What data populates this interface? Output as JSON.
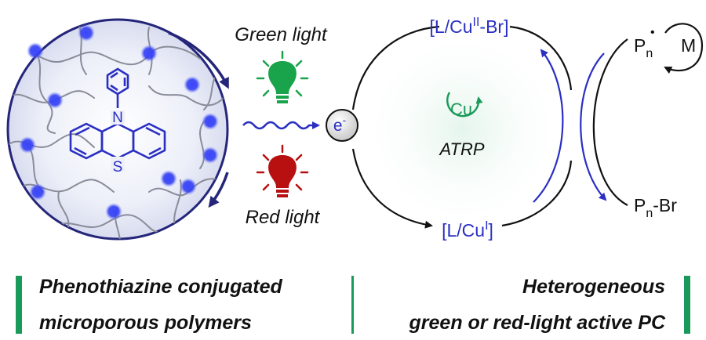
{
  "labels": {
    "green_light": "Green light",
    "red_light": "Red light",
    "electron_base": "e",
    "electron_sup": "-",
    "cu2_prefix": "[L/Cu",
    "cu2_sup": "II",
    "cu2_suffix": "-Br]",
    "cu1_prefix": "[L/Cu",
    "cu1_sup": "I",
    "cu1_suffix": "]",
    "cu_center": "Cu",
    "atrp": "ATRP",
    "pn_base": "P",
    "pn_sub": "n",
    "pn_dot": "•",
    "monomer": "M",
    "pnbr_base": "P",
    "pnbr_sub": "n",
    "pnbr_suffix": "-Br",
    "ring_n": "N",
    "ring_s": "S"
  },
  "captions": {
    "left_line1": "Phenothiazine conjugated",
    "left_line2": "microporous polymers",
    "right_line1": "Heterogeneous",
    "right_line2": "green or red-light active PC"
  },
  "colors": {
    "blue": "#2a2fc2",
    "navy": "#25267a",
    "green": "#1a9a5a",
    "bulb_green": "#19a34a",
    "bulb_red": "#b80f10",
    "dark": "#111111"
  }
}
